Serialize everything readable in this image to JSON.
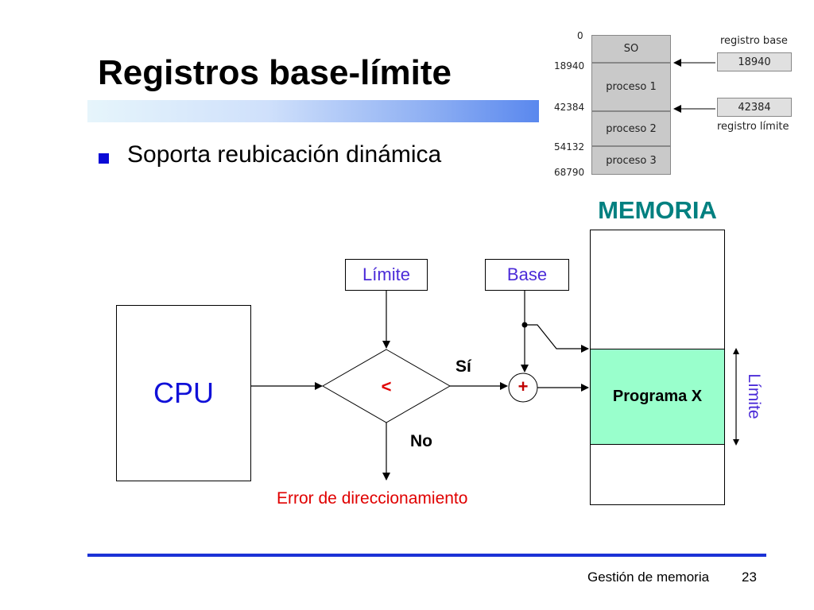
{
  "slide": {
    "title": "Registros base-límite",
    "bullet": "Soporta reubicación dinámica"
  },
  "memory_map": {
    "cells": [
      "SO",
      "proceso 1",
      "proceso 2",
      "proceso 3"
    ],
    "addresses": [
      "0",
      "18940",
      "42384",
      "54132",
      "68790"
    ],
    "base_register": {
      "caption": "registro base",
      "value": "18940"
    },
    "limit_register": {
      "caption": "registro límite",
      "value": "42384"
    }
  },
  "diagram": {
    "memory_title": "MEMORIA",
    "program": "Programa X",
    "cpu": "CPU",
    "limit_register": "Límite",
    "base_register": "Base",
    "comparator": "<",
    "adder": "+",
    "yes": "Sí",
    "no": "No",
    "error": "Error de direccionamiento",
    "side_limit": "Límite"
  },
  "footer": {
    "text": "Gestión de memoria",
    "page": "23"
  },
  "colors": {
    "title_bar_start": "#e6f5fb",
    "title_bar_end": "#5a88ee",
    "memory_title": "#008080",
    "program_fill": "#99ffcc",
    "cpu_text": "#1010d8",
    "register_text": "#4b2bd8",
    "error_text": "#e00000",
    "footer_line": "#1b32d6",
    "memory_map_cell": "#c9c9c9"
  }
}
